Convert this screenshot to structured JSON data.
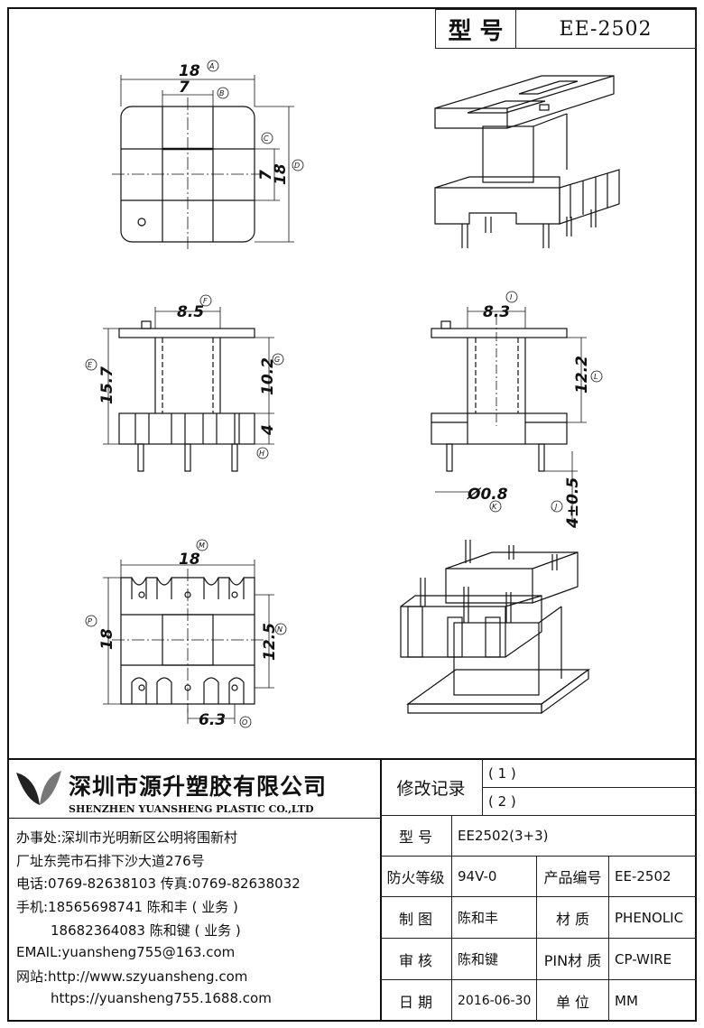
{
  "title_block": {
    "model_label": "型 号",
    "model_value": "EE-2502"
  },
  "dims": {
    "A": "18",
    "B": "7",
    "C": "7",
    "D": "18",
    "E": "15.7",
    "F": "8.5",
    "G": "10.2",
    "H": "4",
    "I": "8.3",
    "L": "12.2",
    "K": "Ø0.8",
    "J": "4±0.5",
    "M": "18",
    "N": "12.5",
    "O": "6.3",
    "P": "18"
  },
  "markers": {
    "A": "A",
    "B": "B",
    "C": "C",
    "D": "D",
    "E": "E",
    "F": "F",
    "G": "G",
    "H": "H",
    "I": "I",
    "L": "L",
    "K": "K",
    "J": "J",
    "M": "M",
    "N": "N",
    "O": "O",
    "P": "P"
  },
  "company": {
    "name_cn": "深圳市源升塑胶有限公司",
    "name_en": "SHENZHEN YUANSHENG PLASTIC CO.,LTD",
    "office": "办事处:深圳市光明新区公明将围新村",
    "factory": "厂址东莞市石排下沙大道276号",
    "phone": "电话:0769-82638103 传真:0769-82638032",
    "mobile1": "手机:18565698741 陈和丰 ( 业务 )",
    "mobile2": "18682364083 陈和键 ( 业务 )",
    "email": "EMAIL:yuansheng755@163.com",
    "web1": "网站:http://www.szyuansheng.com",
    "web2": "https://yuansheng755.1688.com"
  },
  "table": {
    "revision_label": "修改记录",
    "rev1": "( 1 )",
    "rev2": "( 2 )",
    "model_label": "型 号",
    "model_value": "EE2502(3+3)",
    "fire_label": "防火等级",
    "fire_value": "94V-0",
    "product_label": "产品编号",
    "product_value": "EE-2502",
    "drawn_label": "制 图",
    "drawn_value": "陈和丰",
    "material_label": "材 质",
    "material_value": "PHENOLIC",
    "review_label": "审 核",
    "review_value": "陈和键",
    "pin_label": "PIN材 质",
    "pin_value": "CP-WIRE",
    "date_label": "日 期",
    "date_value": "2016-06-30",
    "unit_label": "单 位",
    "unit_value": "MM"
  }
}
